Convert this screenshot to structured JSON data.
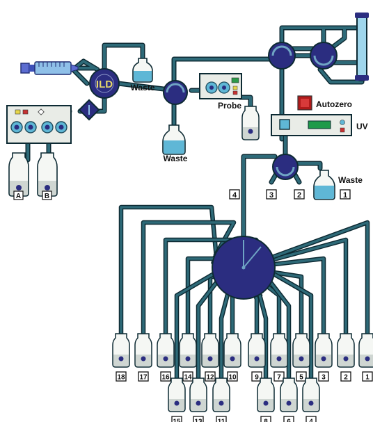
{
  "labels": {
    "waste_top": "Waste",
    "waste_bottom": "Waste",
    "waste_collector": "Waste",
    "probe": "Probe",
    "autozero": "Autozero",
    "uv": "UV",
    "injector": "ILD",
    "pump_inlet_a": "A",
    "pump_inlet_b": "B"
  },
  "collector_ports": {
    "port_3": "3",
    "port_2": "2",
    "port_1": "1",
    "port_4": "4"
  },
  "fraction_tubes_top": [
    "18",
    "17",
    "16",
    "14",
    "12",
    "10",
    "9",
    "7",
    "5",
    "3",
    "2",
    "1"
  ],
  "fraction_tubes_bottom": [
    "15",
    "13",
    "11",
    "8",
    "6",
    "4"
  ],
  "colors": {
    "tubing": "#2e6a78",
    "tubing_outline": "#0d2a33",
    "valve": "#2b2d80",
    "liquid": "#5fb7d6",
    "panel": "#e9ece7",
    "autozero_button": "#b01a1a",
    "uv_display": "#1f9a4a"
  }
}
